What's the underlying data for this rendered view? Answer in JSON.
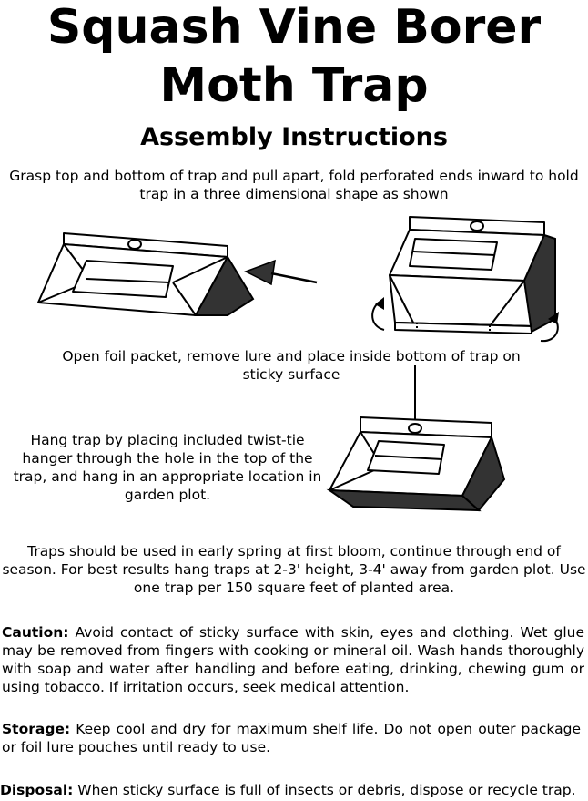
{
  "title": {
    "line1": "Squash Vine Borer",
    "line2": "Moth Trap"
  },
  "subtitle": "Assembly Instructions",
  "steps": {
    "fold": "Grasp top and bottom of trap and pull apart, fold perforated ends inward to hold trap in a three dimensional shape as shown",
    "lure": "Open foil packet, remove lure and place inside bottom of trap on sticky surface",
    "hang": "Hang trap by placing included twist-tie hanger through the hole in the top of the trap, and hang in an appropriate location in garden plot."
  },
  "usage": "Traps should be used in early spring at first bloom, continue through end of season.  For best results hang traps at 2-3' height, 3-4' away from garden plot. Use one trap per 150 square feet of planted area.",
  "caution": {
    "label": "Caution:",
    "text": " Avoid contact of sticky surface with skin, eyes and clothing.  Wet glue may be removed from fingers with cooking or mineral oil. Wash hands thoroughly with soap and water after handling and before eating, drinking, chewing gum or using tobacco.  If irritation occurs, seek medical attention."
  },
  "storage": {
    "label": "Storage:",
    "text": " Keep cool and dry for maximum shelf life. Do not open outer package or foil lure pouches until ready to use."
  },
  "disposal": {
    "label": "Disposal:",
    "text": " When sticky surface is full of insects or debris, dispose or recycle trap."
  },
  "colors": {
    "text": "#000000",
    "background": "#ffffff",
    "shade": "#333333"
  },
  "icons": [
    "flat-trap-diagram",
    "arrow-left-icon",
    "assembled-trap-diagram",
    "curved-arrow-icon",
    "hanging-trap-diagram"
  ]
}
